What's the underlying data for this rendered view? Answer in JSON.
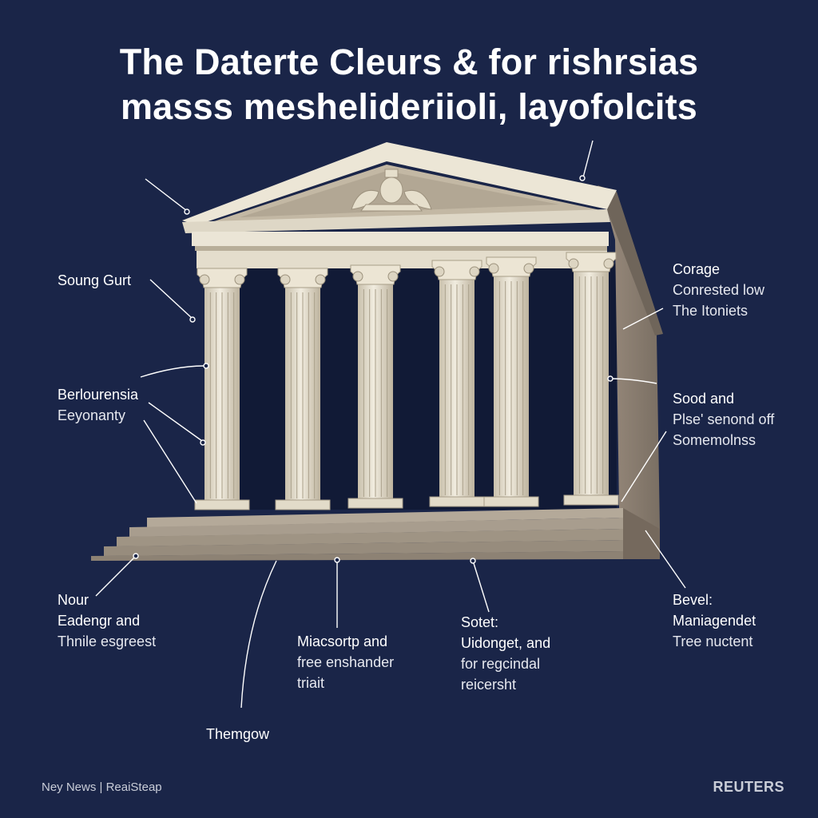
{
  "title": {
    "line1": "The Daterte Cleurs & for rishrsias",
    "line2": "masss meshelideriioli, layofolcits"
  },
  "labels": [
    {
      "id": "soung-gurt",
      "lines": [
        "Soung Gurt"
      ]
    },
    {
      "id": "berlourensia",
      "lines": [
        "Berlourensia",
        "Eeyonanty"
      ]
    },
    {
      "id": "corage",
      "lines": [
        "Corage",
        "Conrested low",
        "The Itoniets"
      ]
    },
    {
      "id": "sood-and",
      "lines": [
        "Sood and",
        "Plse' senond off",
        "Somemolnss"
      ]
    },
    {
      "id": "nour",
      "lines": [
        "Nour",
        "Eadengr and",
        "Thnile esgreest"
      ]
    },
    {
      "id": "miacsortp",
      "lines": [
        "Miacsortp and",
        "free enshander",
        "triait"
      ]
    },
    {
      "id": "sotet",
      "lines": [
        "Sotet:",
        "Uidonget, and",
        "for regcindal",
        "reicersht"
      ]
    },
    {
      "id": "bevel",
      "lines": [
        "Bevel:",
        "Maniagendet",
        "Tree nuctent"
      ]
    },
    {
      "id": "themgow",
      "lines": [
        "Themgow"
      ]
    }
  ],
  "footer": {
    "left": "Ney News | ReaiSteap",
    "right": "REUTERS"
  },
  "colors": {
    "background": "#1a2548",
    "stone_light": "#e8e2d2",
    "stone_shadow": "#c8bfab",
    "side_wall": "#8a7f72",
    "steps": "#a69b8d",
    "pediment_inner": "#b5aa98",
    "leader_line": "#ffffff"
  }
}
